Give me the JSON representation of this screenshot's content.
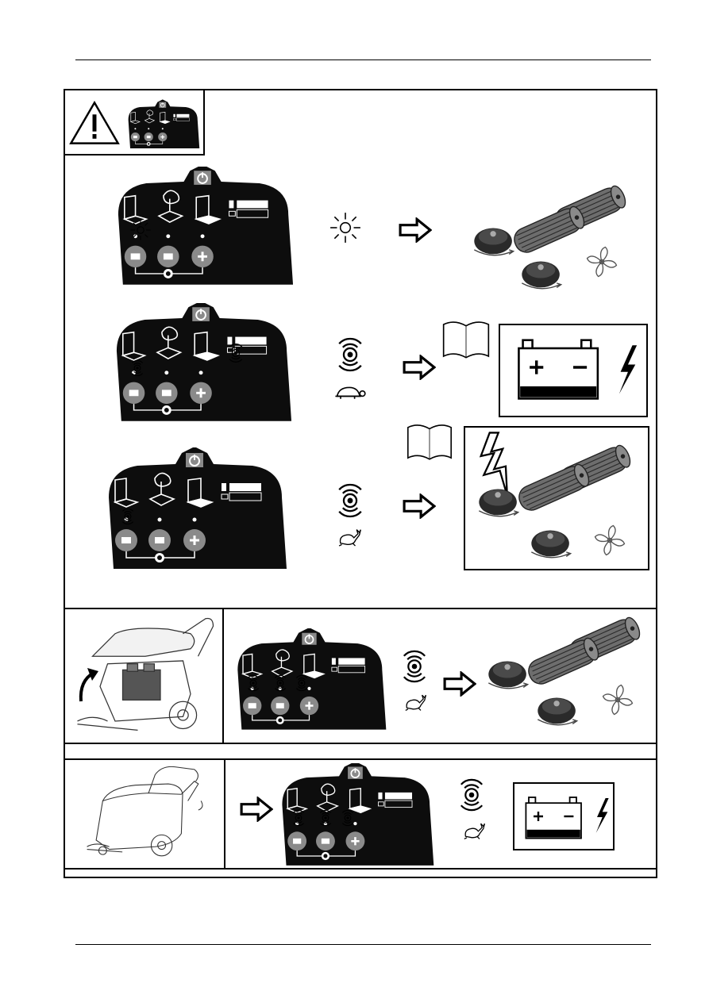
{
  "page": {
    "width": 893,
    "height": 1263
  },
  "colors": {
    "ink": "#000000",
    "panel": "#0d0d0d",
    "button": "#8a8a8a",
    "grey": "#7d7d7d",
    "white": "#ffffff"
  },
  "icons": {
    "warning": "warning-triangle-icon",
    "power": "power-icon",
    "sun": "sun-blink-icon",
    "beep": "buzzer-icon",
    "slow": "turtle-icon",
    "fast": "hare-icon",
    "battery": "battery-icon",
    "lightning": "lightning-icon",
    "brush": "side-brush-icon",
    "roller": "roller-brush-icon",
    "fan": "vacuum-fan-icon",
    "arrow": "arrow-right-icon"
  },
  "rows": [
    {
      "id": "row-1",
      "signal": "sun-blink",
      "speed": null,
      "result": "brushes-and-fan-running"
    },
    {
      "id": "row-2",
      "signal": "beep",
      "speed": "turtle",
      "result": "battery-low-recharge"
    },
    {
      "id": "row-3",
      "signal": "beep",
      "speed": "hare",
      "result": "brush-motor-overload"
    },
    {
      "id": "row-4",
      "signal": "beep",
      "speed": "hare",
      "result": "hood-open-brushes-stop"
    },
    {
      "id": "row-5",
      "signal": "beep",
      "speed": "hare",
      "result": "charger-connected-battery"
    }
  ]
}
